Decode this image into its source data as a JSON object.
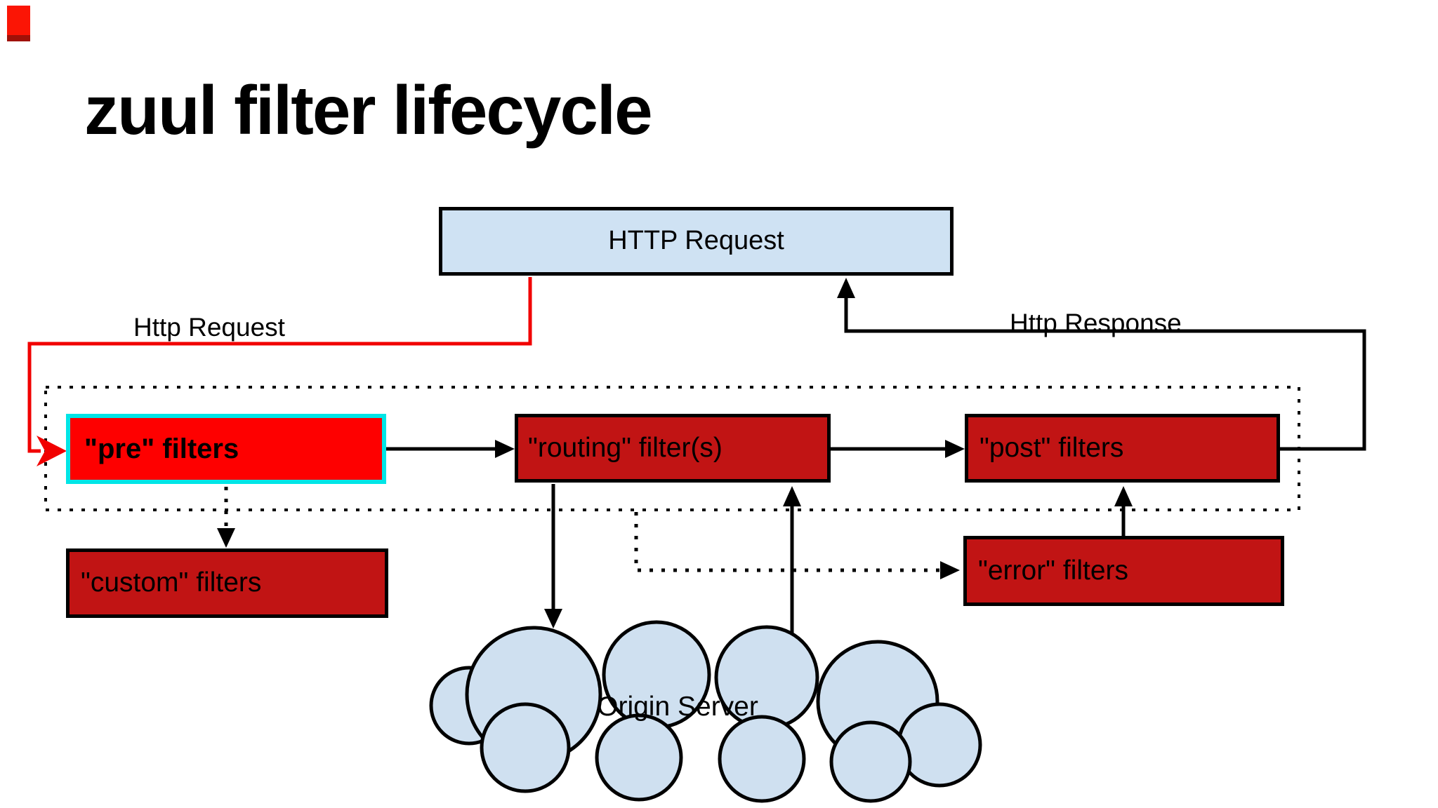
{
  "title": "zuul filter lifecycle",
  "nodes": {
    "http_request": {
      "label": "HTTP Request"
    },
    "pre": {
      "label": "\"pre\" filters"
    },
    "routing": {
      "label": "\"routing\" filter(s)"
    },
    "post": {
      "label": "\"post\" filters"
    },
    "custom": {
      "label": "\"custom\" filters"
    },
    "error": {
      "label": "\"error\" filters"
    },
    "origin": {
      "label": "Origin Server"
    }
  },
  "edges": {
    "request_label": "Http Request",
    "response_label": "Http Response"
  },
  "colors": {
    "active_filter_fill": "#fe0000",
    "active_filter_border": "#00e5e6",
    "filter_fill": "#c11414",
    "endpoint_fill": "#cfe2f3",
    "cloud_fill": "#cfe0f0",
    "request_line": "#f10000",
    "line": "#000000",
    "corner_shape": "#fb1505"
  }
}
